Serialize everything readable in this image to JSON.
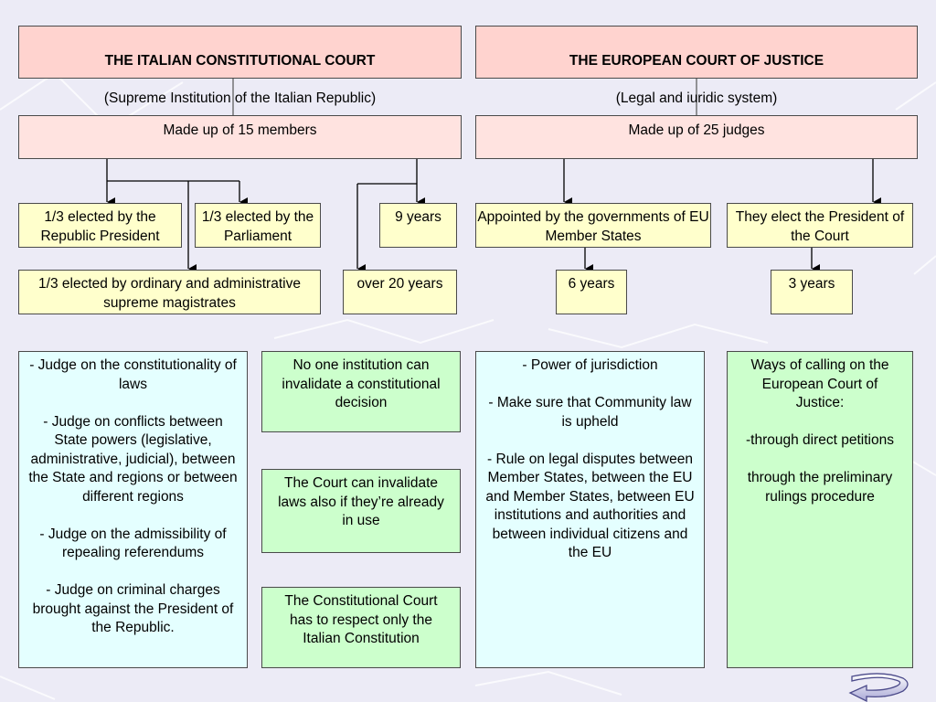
{
  "italian_court": {
    "title": "THE ITALIAN CONSTITUTIONAL COURT",
    "subtitle": "(Supreme Institution of the Italian Republic)",
    "members": "Made up of  15 members",
    "elected_president": "1/3 elected by the Republic President",
    "elected_parliament": "1/3 elected by the Parliament",
    "term": "9 years",
    "elected_magistrates": "1/3 elected by ordinary and administrative supreme magistrates",
    "age": "over 20 years",
    "functions": "- Judge on the constitutionality of laws\n\n- Judge on conflicts between State powers (legislative, administrative, judicial), between the State and regions or between different regions\n\n- Judge on the admissibility of repealing referendums\n\n- Judge on criminal charges brought against the President of the Republic.",
    "note_1": "No one institution can invalidate a constitutional decision",
    "note_2": "The Court can invalidate laws also if they’re already in use",
    "note_3": "The Constitutional Court has to respect only the Italian Constitution"
  },
  "european_court": {
    "title": "THE EUROPEAN COURT OF JUSTICE",
    "subtitle": "(Legal and iuridic system)",
    "members": "Made up of 25 judges",
    "appointed": "Appointed by the governments of  EU Member States",
    "appointed_term": "6 years",
    "president": "They elect the President of the Court",
    "president_term": "3 years",
    "functions": "- Power of jurisdiction\n\n- Make sure that Community law is upheld\n\n- Rule on legal disputes between Member States, between the EU and Member States, between EU institutions and authorities and between individual citizens and the EU",
    "ways": "Ways of calling on the European Court of Justice:\n\n-through direct petitions\n\nthrough the preliminary rulings procedure"
  },
  "colors": {
    "background": "#ecebf6",
    "header_fill": "#ffd3cf",
    "member_fill": "#ffe3e0",
    "yellow_fill": "#ffffcc",
    "cyan_fill": "#e4ffff",
    "green_fill": "#ccffcc"
  },
  "nav": {
    "icon": "curved-return-arrow-icon"
  }
}
